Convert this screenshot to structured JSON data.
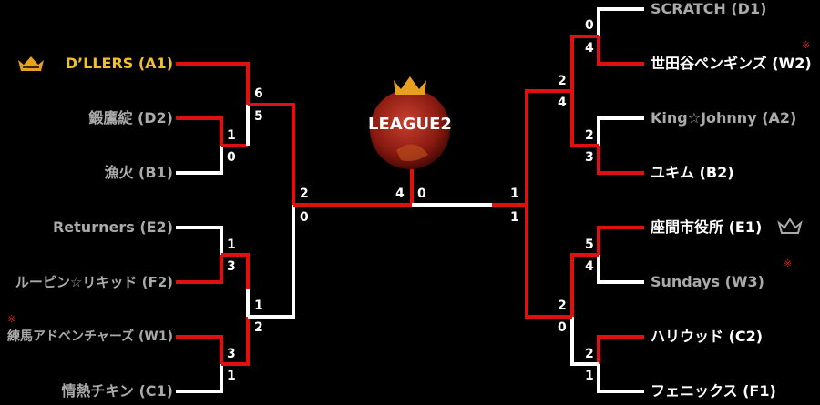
{
  "logo": {
    "text": "LEAGUE2"
  },
  "teams": {
    "l1": "D’LLERS (A1)",
    "l2": "鍛鷹綻 (D2)",
    "l3": "漁火 (B1)",
    "l4": "Returners (E2)",
    "l5": "ルーピン☆リキッド (F2)",
    "l6": "練馬アドベンチャーズ (W1)",
    "l7": "情熱チキン (C1)",
    "r1": "SCRATCH (D1)",
    "r2": "世田谷ペンギンズ (W2)",
    "r3": "King☆Johnny (A2)",
    "r4": "ユキム (B2)",
    "r5": "座間市役所 (E1)",
    "r6": "Sundays (W3)",
    "r7": "ハリウッド (C2)",
    "r8": "フェニックス (F1)"
  },
  "scores": {
    "m1a": "1",
    "m1b": "0",
    "m2a": "1",
    "m2b": "3",
    "m3a": "3",
    "m3b": "1",
    "m4a": "6",
    "m4b": "5",
    "m5a": "1",
    "m5b": "2",
    "m6a": "2",
    "m6b": "0",
    "fa": "4",
    "fb": "0",
    "r1a": "0",
    "r1b": "4",
    "r2a": "2",
    "r2b": "3",
    "r3a": "5",
    "r3b": "4",
    "r4a": "2",
    "r4b": "1",
    "r5a": "2",
    "r5b": "4",
    "r6a": "2",
    "r6b": "0",
    "r7a": "1",
    "r7b": "1"
  },
  "marks": {
    "asterisk": "※"
  },
  "colors": {
    "win_line": "#e01010",
    "lose_line": "#ffffff",
    "crown": "#e8a020",
    "background": "#000000"
  },
  "icons": [
    "crown-icon",
    "league2-logo-icon",
    "asterisk-mark"
  ]
}
